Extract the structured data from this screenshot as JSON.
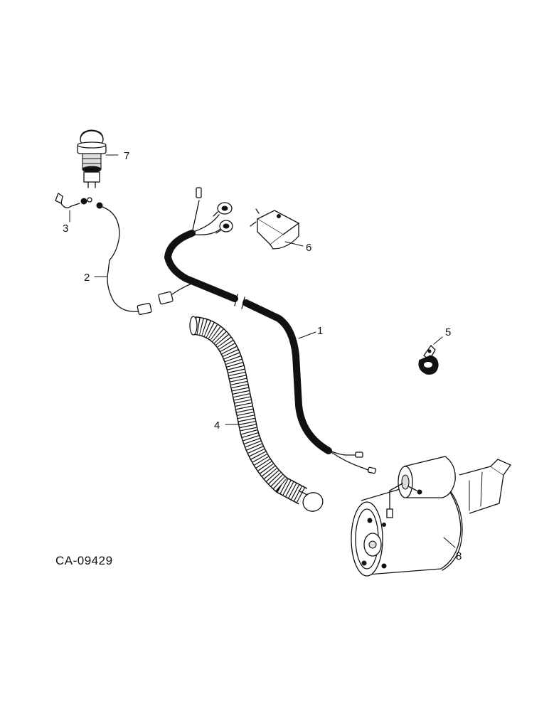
{
  "drawing_code": "CA-09429",
  "parts": [
    {
      "number": "1",
      "icon": "wiring-harness-icon"
    },
    {
      "number": "2",
      "icon": "wire-lead-icon"
    },
    {
      "number": "3",
      "icon": "terminal-icon"
    },
    {
      "number": "4",
      "icon": "corrugated-cable-icon"
    },
    {
      "number": "5",
      "icon": "clip-icon"
    },
    {
      "number": "6",
      "icon": "relay-icon"
    },
    {
      "number": "7",
      "icon": "indicator-lamp-icon"
    },
    {
      "number": "8",
      "icon": "starter-motor-icon"
    }
  ]
}
